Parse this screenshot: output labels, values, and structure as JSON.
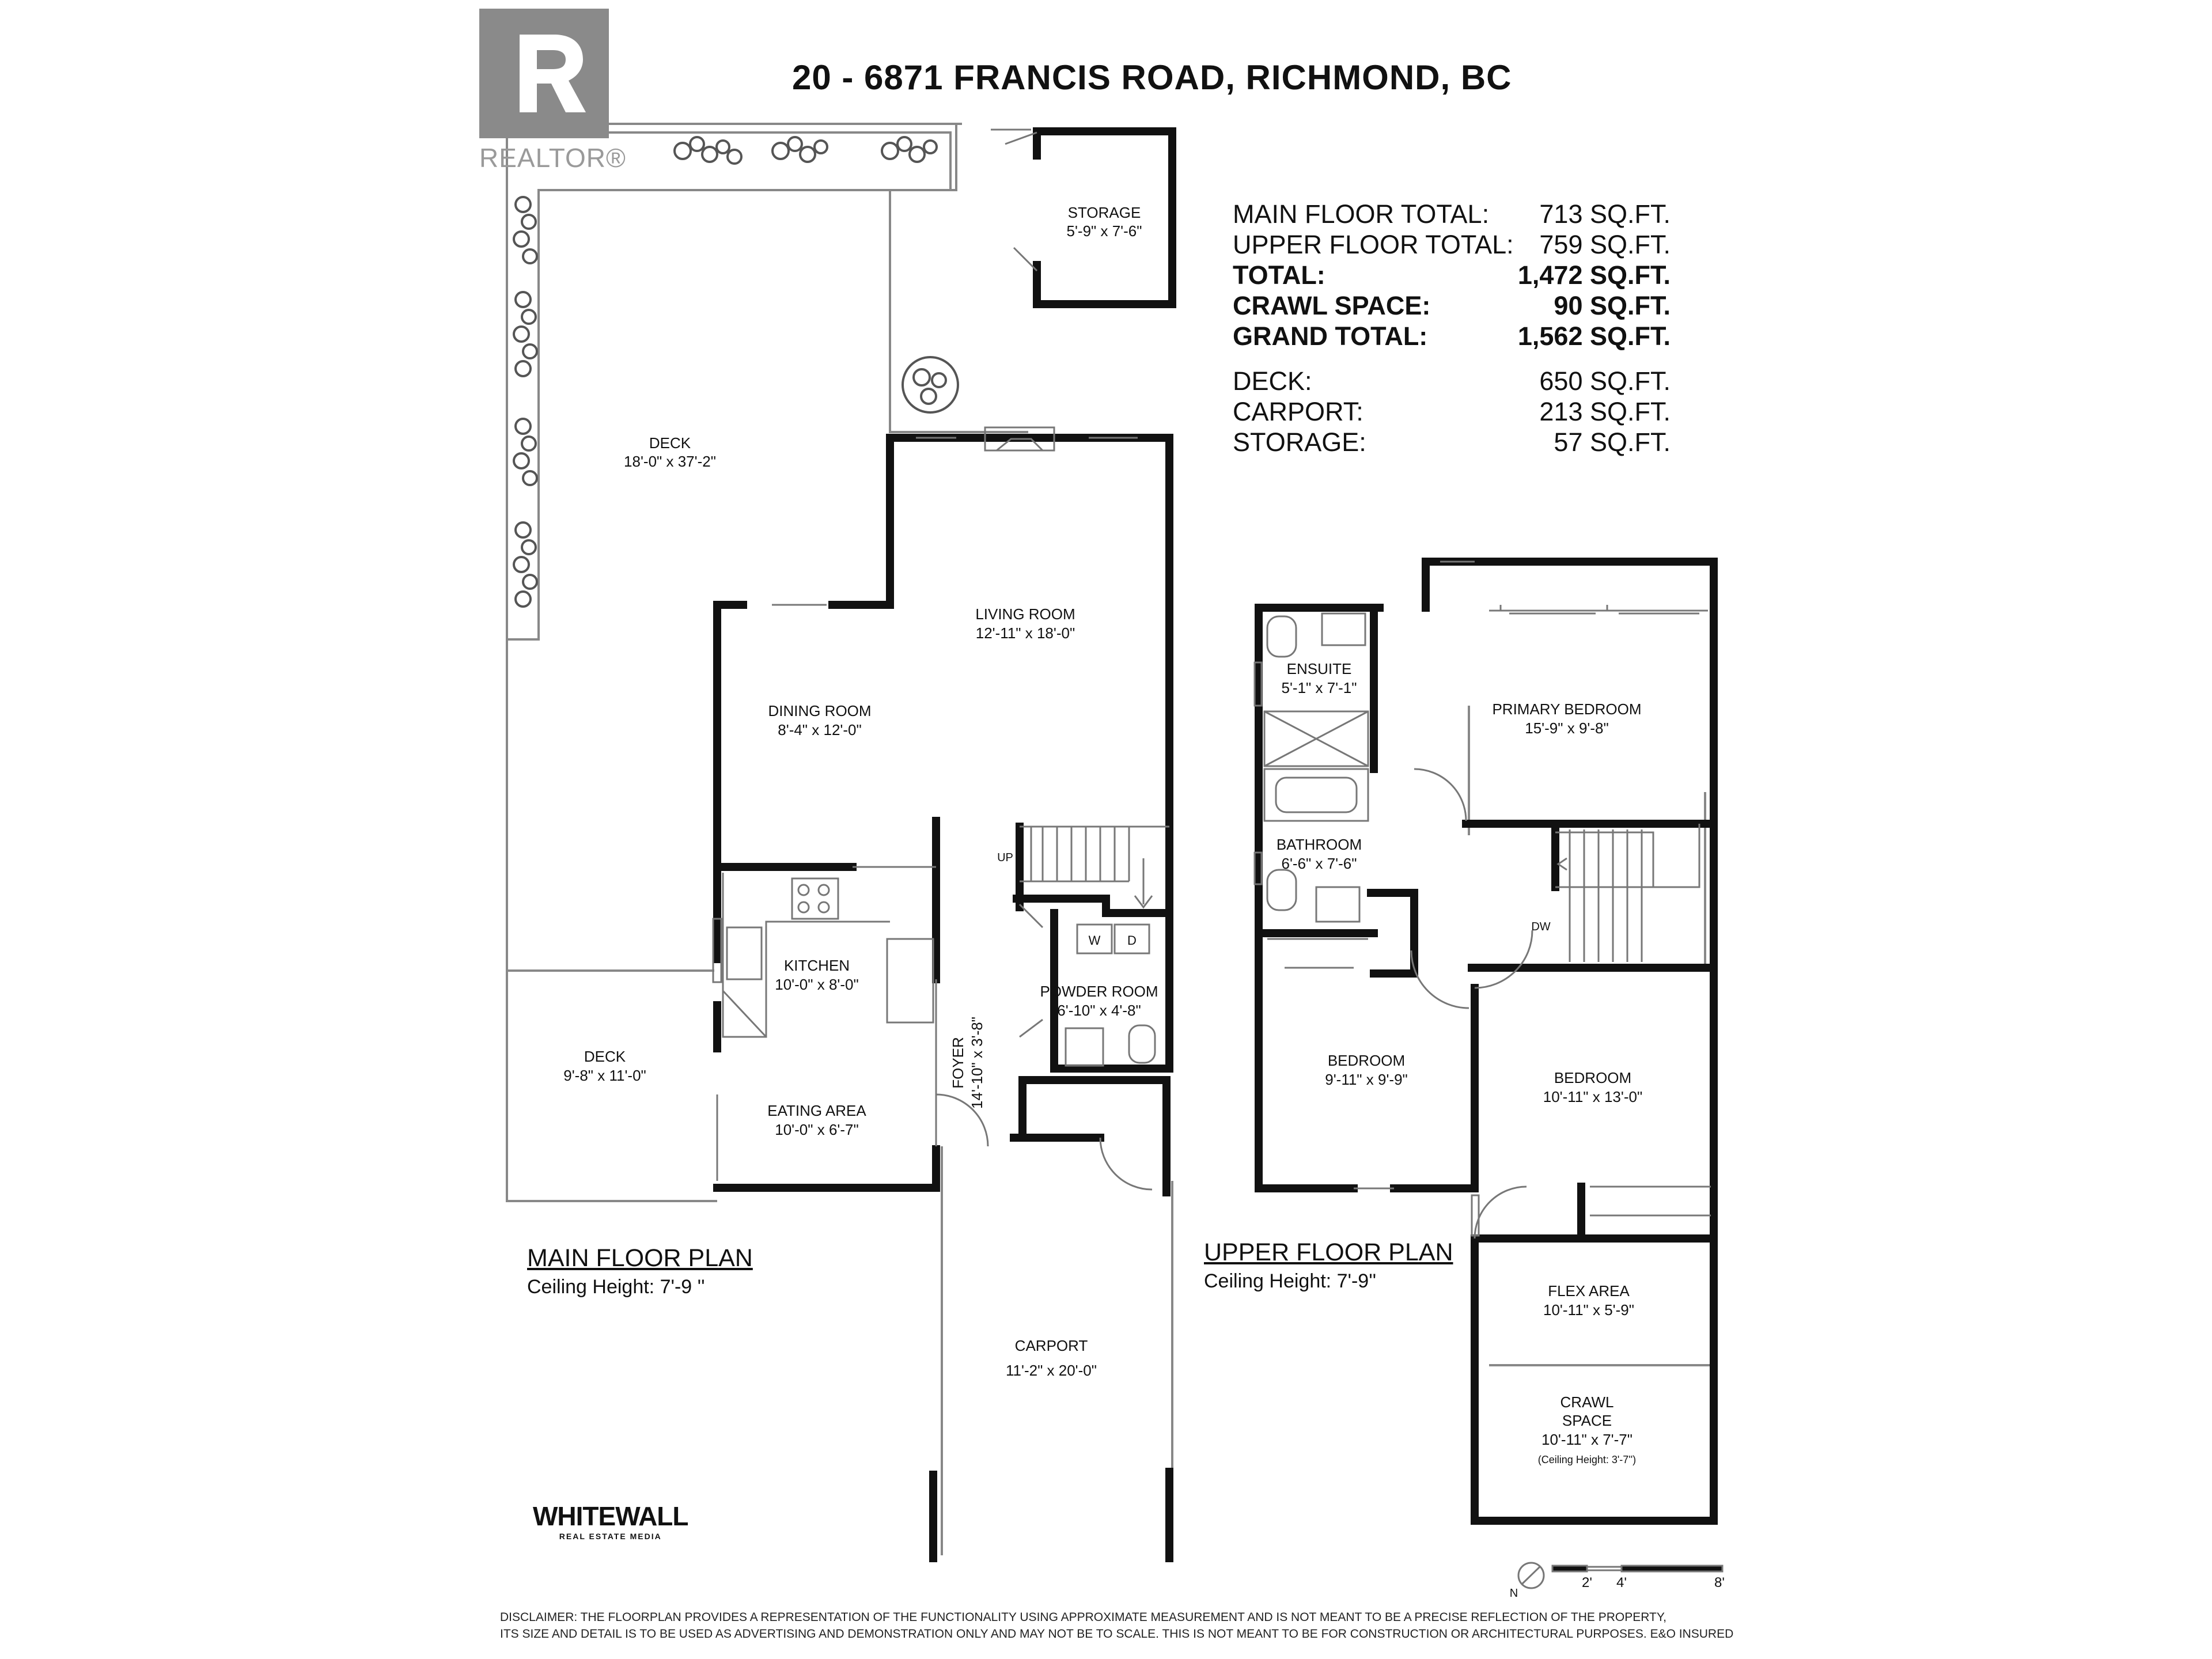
{
  "header": {
    "title": "20 - 6871 FRANCIS ROAD, RICHMOND, BC",
    "realtor_logo": "REALTOR®"
  },
  "area_summary": [
    {
      "label": "MAIN FLOOR TOTAL:",
      "value": "713 SQ.FT.",
      "bold": false
    },
    {
      "label": "UPPER FLOOR TOTAL:",
      "value": "759 SQ.FT.",
      "bold": false
    },
    {
      "label": "TOTAL:",
      "value": "1,472 SQ.FT.",
      "bold": true
    },
    {
      "label": "CRAWL SPACE:",
      "value": "90 SQ.FT.",
      "bold": true
    },
    {
      "label": "GRAND TOTAL:",
      "value": "1,562 SQ.FT.",
      "bold": true
    },
    {
      "label": "DECK:",
      "value": "650 SQ.FT.",
      "bold": false
    },
    {
      "label": "CARPORT:",
      "value": "213 SQ.FT.",
      "bold": false
    },
    {
      "label": "STORAGE:",
      "value": "57 SQ.FT.",
      "bold": false
    }
  ],
  "main_floor": {
    "title": "MAIN FLOOR PLAN",
    "ceiling": "Ceiling Height: 7'-9 ''",
    "rooms": [
      {
        "name": "STORAGE",
        "dims": "5'-9\" x 7'-6\""
      },
      {
        "name": "DECK",
        "dims": "18'-0\" x 37'-2\""
      },
      {
        "name": "LIVING ROOM",
        "dims": "12'-11\" x 18'-0\""
      },
      {
        "name": "DINING ROOM",
        "dims": "8'-4\" x 12'-0\""
      },
      {
        "name": "KITCHEN",
        "dims": "10'-0\" x 8'-0\""
      },
      {
        "name": "POWDER ROOM",
        "dims": "6'-10\" x 4'-8\""
      },
      {
        "name": "DECK",
        "dims": "9'-8\" x 11'-0\""
      },
      {
        "name": "EATING  AREA",
        "dims": "10'-0\" x 6'-7\""
      },
      {
        "name": "CARPORT",
        "dims": "11'-2\" x 20'-0\""
      }
    ],
    "foyer": {
      "name": "FOYER",
      "dims": "14'-10\" x 3'-8\""
    },
    "stair_label": "UP",
    "washer": "W",
    "dryer": "D"
  },
  "upper_floor": {
    "title": "UPPER FLOOR PLAN",
    "ceiling": "Ceiling Height: 7'-9''",
    "rooms": [
      {
        "name": "ENSUITE",
        "dims": "5'-1\" x 7'-1\""
      },
      {
        "name": "PRIMARY BEDROOM",
        "dims": "15'-9\" x 9'-8\""
      },
      {
        "name": "BATHROOM",
        "dims": "6'-6\" x 7'-6\""
      },
      {
        "name": "BEDROOM",
        "dims": "9'-11\" x 9'-9\""
      },
      {
        "name": "BEDROOM",
        "dims": "10'-11\" x 13'-0\""
      },
      {
        "name": "FLEX AREA",
        "dims": "10'-11\" x 5'-9\""
      }
    ],
    "crawl": {
      "line1": "CRAWL",
      "line2": "SPACE",
      "dims": "10'-11\" x 7'-7\"",
      "note": "(Ceiling Height: 3'-7'')"
    },
    "stair_label": "DW"
  },
  "scale": {
    "north": "N",
    "ticks": [
      "2'",
      "4'",
      "8'"
    ]
  },
  "branding": {
    "name": "WHITEWALL",
    "sub": "REAL ESTATE MEDIA"
  },
  "disclaimer": [
    "DISCLAIMER: THE FLOORPLAN PROVIDES A REPRESENTATION OF THE FUNCTIONALITY USING APPROXIMATE MEASUREMENT AND IS NOT MEANT TO BE A PRECISE REFLECTION OF THE PROPERTY,",
    "ITS SIZE AND DETAIL IS TO BE USED AS ADVERTISING AND DEMONSTRATION ONLY AND MAY NOT BE TO SCALE. THIS IS NOT MEANT TO BE FOR CONSTRUCTION OR ARCHITECTURAL PURPOSES. E&O INSURED"
  ],
  "colors": {
    "wall": "#111111",
    "thin": "#888888",
    "hedge": "#555555",
    "logo": "#8a8a8a"
  }
}
